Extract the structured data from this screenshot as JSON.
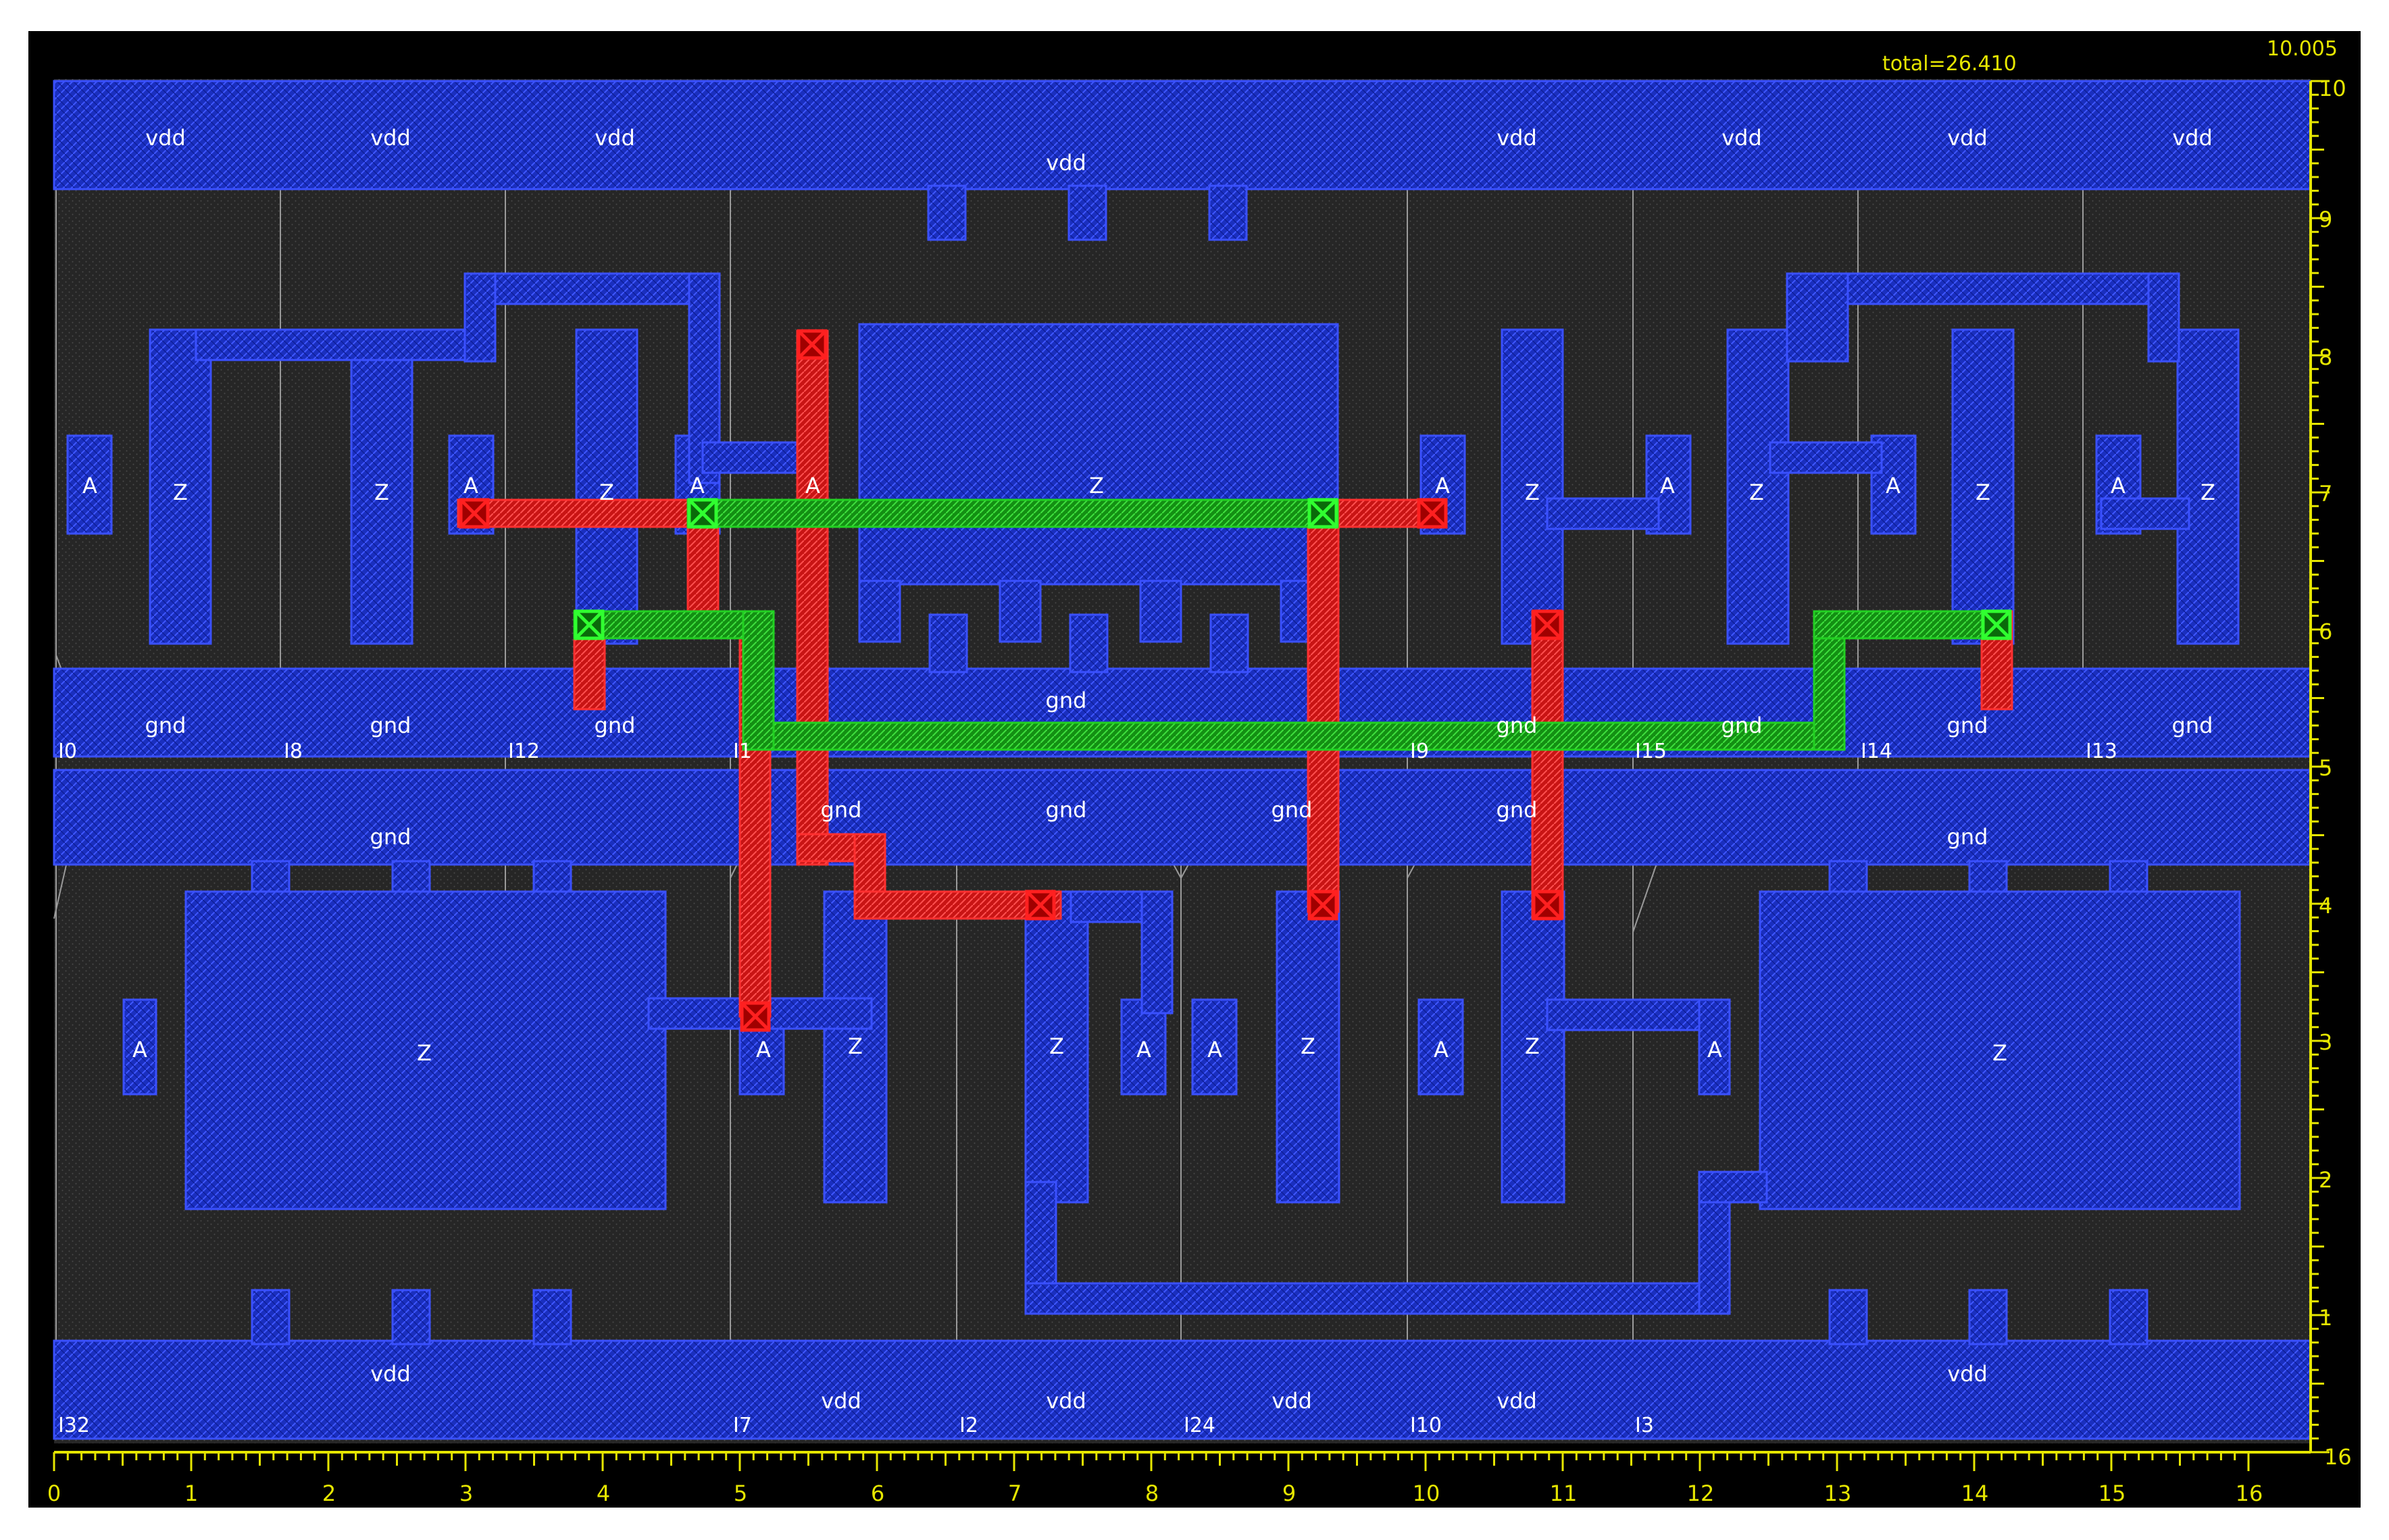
{
  "header": {
    "total_label": "total=26.410",
    "corner_value": "10.005",
    "axis_end_label": "16"
  },
  "axes": {
    "x_ticks": [
      "0",
      "1",
      "2",
      "3",
      "4",
      "5",
      "6",
      "7",
      "8",
      "9",
      "10",
      "11",
      "12",
      "13",
      "14",
      "15",
      "16"
    ],
    "y_ticks": [
      "1",
      "2",
      "3",
      "4",
      "5",
      "6",
      "7",
      "8",
      "9",
      "10"
    ]
  },
  "colors": {
    "background": "#000000",
    "frame": "#ffffff",
    "canvas": "#2a2a2a",
    "metal_blue": "#1428c8",
    "metal_blue_edge": "#3a50ff",
    "poly_red": "#e01818",
    "via_green": "#18b818",
    "ruler": "#e6e600",
    "label": "#ffffff",
    "cell_boundary": "#bcbcbc"
  },
  "rails": {
    "vdd_top": [
      "vdd",
      "vdd",
      "vdd",
      "vdd",
      "vdd",
      "vdd",
      "vdd",
      "vdd"
    ],
    "gnd_upper": [
      "gnd",
      "gnd",
      "gnd",
      "gnd",
      "gnd",
      "gnd",
      "gnd"
    ],
    "gnd_lower": [
      "gnd",
      "gnd",
      "gnd",
      "gnd",
      "gnd",
      "gnd"
    ],
    "vdd_bottom": [
      "vdd",
      "vdd",
      "vdd",
      "vdd",
      "vdd",
      "vdd"
    ]
  },
  "instances": [
    "I0",
    "I8",
    "I12",
    "I1",
    "I9",
    "I15",
    "I14",
    "I13",
    "I32",
    "I7",
    "I2",
    "I24",
    "I10",
    "I3"
  ],
  "pins": {
    "upper_row": [
      "A",
      "Z",
      "Z",
      "A",
      "Z",
      "A",
      "A",
      "Z",
      "A",
      "Z",
      "A",
      "Z",
      "A",
      "Z",
      "A",
      "Z"
    ],
    "lower_row": [
      "A",
      "Z",
      "A",
      "Z",
      "Z",
      "A",
      "A",
      "Z",
      "A",
      "Z",
      "A",
      "Z"
    ]
  }
}
